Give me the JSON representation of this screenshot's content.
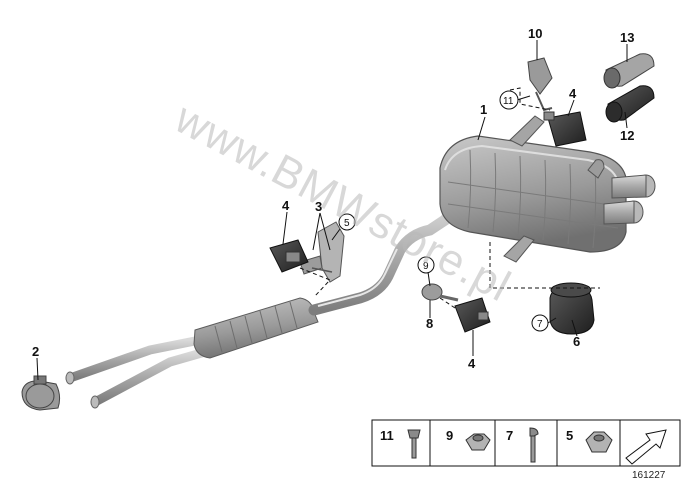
{
  "watermark": "www.BMWstore.pl",
  "diagram_number": "161227",
  "callouts": {
    "c1": "1",
    "c2": "2",
    "c3": "3",
    "c4a": "4",
    "c4b": "4",
    "c4c": "4",
    "c6": "6",
    "c8": "8",
    "c10": "10",
    "c12": "12",
    "c13": "13"
  },
  "circled": {
    "c5": "5",
    "c7": "7",
    "c9": "9",
    "c11": "11"
  },
  "legend": {
    "n11": "11",
    "n9": "9",
    "n7": "7",
    "n5": "5"
  }
}
